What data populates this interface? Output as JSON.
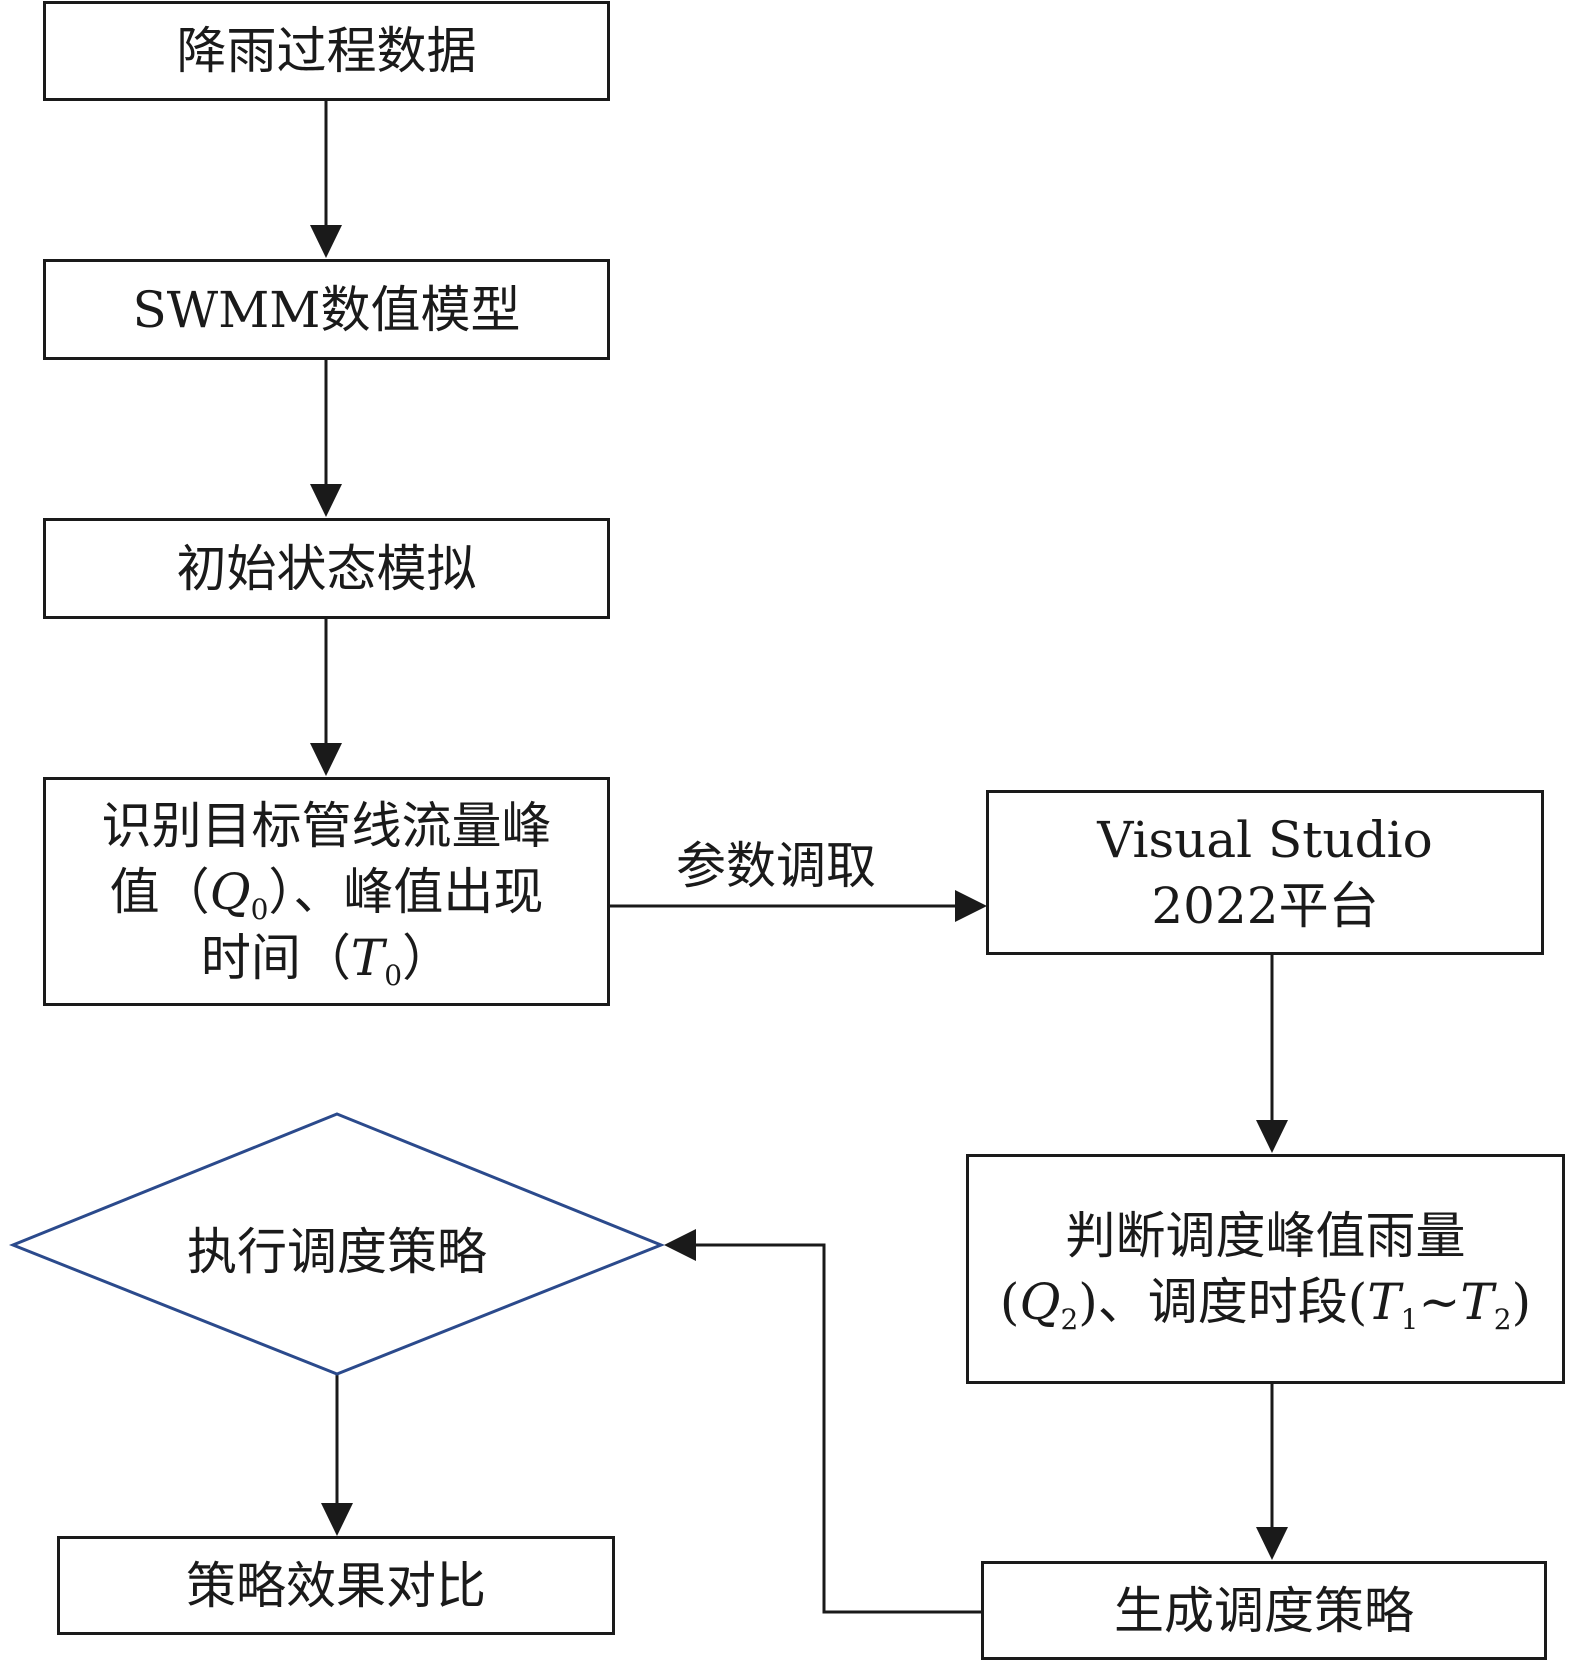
{
  "colors": {
    "stroke": "#1a1a1a",
    "decision_stroke": "#2b4a8c",
    "background": "#ffffff"
  },
  "nodes": {
    "rain_data": {
      "text": "降雨过程数据"
    },
    "swmm_model": {
      "text": "SWMM数值模型"
    },
    "initial_sim": {
      "text": "初始状态模拟"
    },
    "identify_peak": {
      "line1": "识别目标管线流量峰",
      "line2_a": "值（",
      "line2_var": "Q",
      "line2_sub": "0",
      "line2_b": "）、峰值出现",
      "line3_a": "时间（",
      "line3_var": "T",
      "line3_sub": "0",
      "line3_b": "）"
    },
    "vs_platform": {
      "line1": "Visual Studio",
      "line2": "2022平台"
    },
    "judge": {
      "line1": "判断调度峰值雨量",
      "line2_a": "(",
      "q_var": "Q",
      "q_sub": "2",
      "line2_b": ")、调度时段(",
      "t1_var": "T",
      "t1_sub": "1",
      "tilde": "~",
      "t2_var": "T",
      "t2_sub": "2",
      "line2_c": ")"
    },
    "generate": {
      "text": "生成调度策略"
    },
    "execute": {
      "text": "执行调度策略"
    },
    "compare": {
      "text": "策略效果对比"
    }
  },
  "edges": {
    "param_label": "参数调取"
  }
}
